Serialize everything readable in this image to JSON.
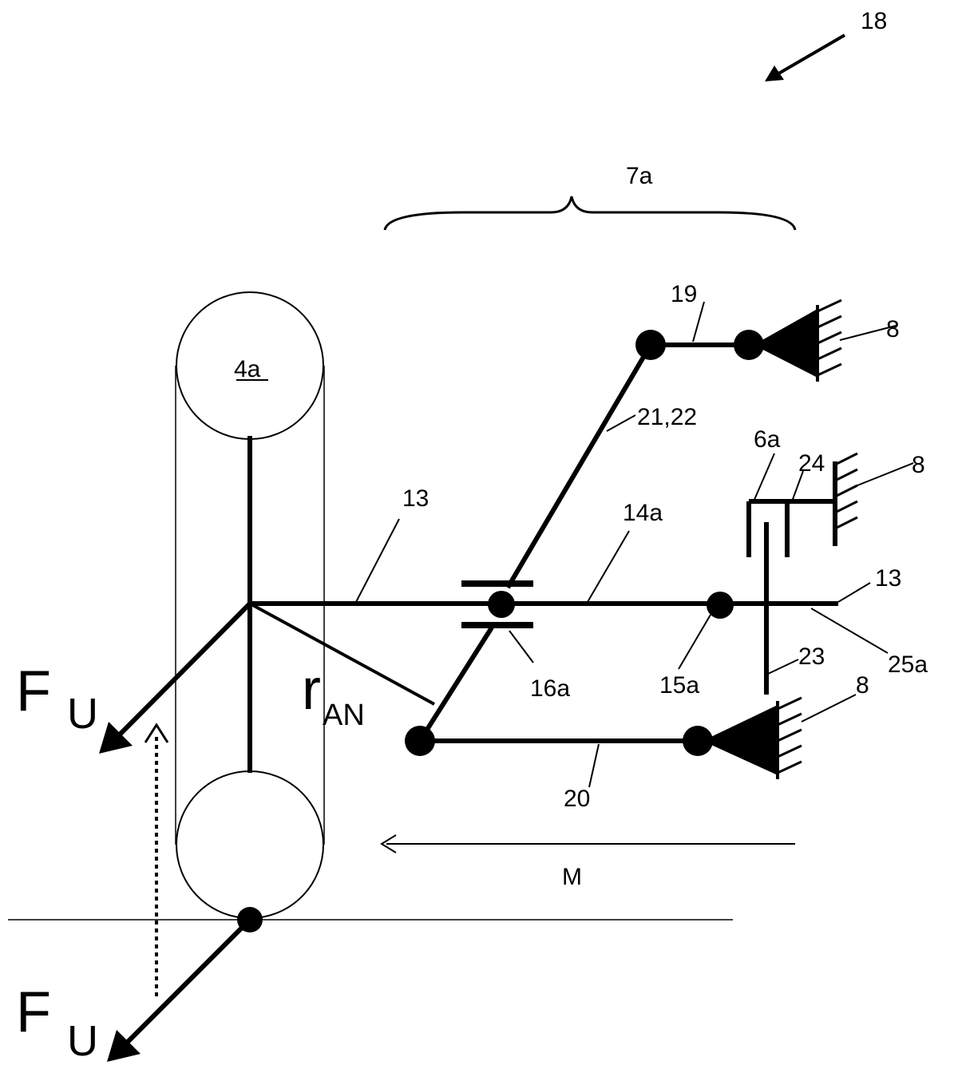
{
  "labels": {
    "figure_ref": "18",
    "group": "7a",
    "wheel": "4a",
    "link_19": "19",
    "link_21_22": "21,22",
    "ground_top": "8",
    "ground_mid": "8",
    "ground_bot": "8",
    "part_6a": "6a",
    "part_24": "24",
    "axle_left": "13",
    "axle_right": "13",
    "part_14a": "14a",
    "part_16a": "16a",
    "part_15a": "15a",
    "part_23": "23",
    "part_25a": "25a",
    "link_20": "20",
    "direction": "M",
    "force_main": "F",
    "force_sub": "U",
    "radius_main": "r",
    "radius_sub": "AN"
  },
  "colors": {
    "ink": "#000000",
    "background": "#ffffff"
  }
}
